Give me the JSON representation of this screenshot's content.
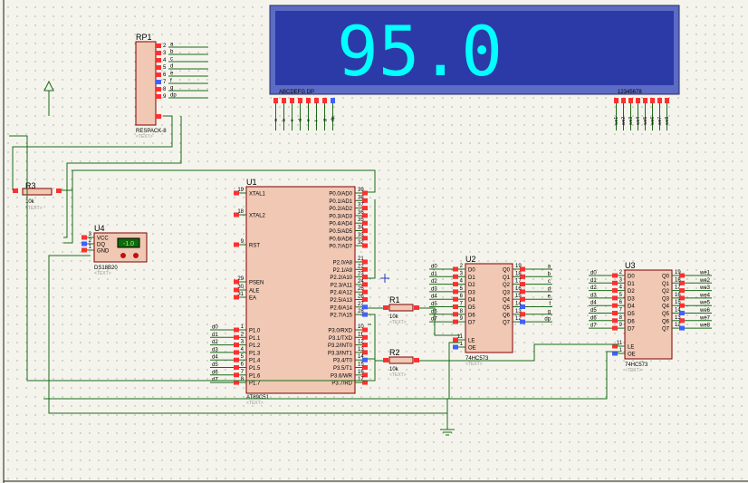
{
  "display": {
    "value": "95.0",
    "seg_label": "ABCDEFG  DP",
    "digit_label": "12345678"
  },
  "rp1": {
    "ref": "RP1",
    "part": "RESPACK-8",
    "text": "<TEXT>",
    "nets": [
      "a",
      "b",
      "c",
      "d",
      "e",
      "f",
      "g",
      "dp"
    ]
  },
  "r3": {
    "ref": "R3",
    "value": "10k",
    "text": "<TEXT>"
  },
  "r1": {
    "ref": "R1",
    "value": "10k",
    "text": "<TEXT>"
  },
  "r2": {
    "ref": "R2",
    "value": "10k",
    "text": "<TEXT>"
  },
  "u4": {
    "ref": "U4",
    "part": "DS18B20",
    "text": "<TEXT>",
    "reading": "-1.0",
    "pins": [
      "VCC",
      "DQ",
      "GND"
    ],
    "pin_nums": [
      "3",
      "2",
      "1"
    ]
  },
  "u1": {
    "ref": "U1",
    "part": "AT89C51",
    "text": "<TEXT>",
    "left_pins": [
      [
        "19",
        "XTAL1"
      ],
      [
        "18",
        "XTAL2"
      ],
      [
        "9",
        "RST"
      ],
      [
        "29",
        "PSEN"
      ],
      [
        "30",
        "ALE"
      ],
      [
        "31",
        "EA"
      ]
    ],
    "p1_pins": [
      [
        "1",
        "P1.0"
      ],
      [
        "2",
        "P1.1"
      ],
      [
        "3",
        "P1.2"
      ],
      [
        "4",
        "P1.3"
      ],
      [
        "5",
        "P1.4"
      ],
      [
        "6",
        "P1.5"
      ],
      [
        "7",
        "P1.6"
      ],
      [
        "8",
        "P1.7"
      ]
    ],
    "p1_nets": [
      "d0",
      "d1",
      "d2",
      "d3",
      "d4",
      "d5",
      "d6",
      "d7"
    ],
    "p0_pins": [
      [
        "39",
        "P0.0/AD0"
      ],
      [
        "38",
        "P0.1/AD1"
      ],
      [
        "37",
        "P0.2/AD2"
      ],
      [
        "36",
        "P0.3/AD3"
      ],
      [
        "35",
        "P0.4/AD4"
      ],
      [
        "34",
        "P0.5/AD5"
      ],
      [
        "33",
        "P0.6/AD6"
      ],
      [
        "32",
        "P0.7/AD7"
      ]
    ],
    "p2_pins": [
      [
        "21",
        "P2.0/A8"
      ],
      [
        "22",
        "P2.1/A9"
      ],
      [
        "23",
        "P2.2/A10"
      ],
      [
        "24",
        "P2.3/A11"
      ],
      [
        "25",
        "P2.4/A12"
      ],
      [
        "26",
        "P2.5/A13"
      ],
      [
        "27",
        "P2.6/A14"
      ],
      [
        "28",
        "P2.7/A15"
      ]
    ],
    "p3_pins": [
      [
        "10",
        "P3.0/RXD"
      ],
      [
        "11",
        "P3.1/TXD"
      ],
      [
        "12",
        "P3.2/INT0"
      ],
      [
        "13",
        "P3.3/INT1"
      ],
      [
        "14",
        "P3.4/T0"
      ],
      [
        "15",
        "P3.5/T1"
      ],
      [
        "16",
        "P3.6/WR"
      ],
      [
        "17",
        "P3.7/RD"
      ]
    ]
  },
  "u2": {
    "ref": "U2",
    "part": "74HC573",
    "text": "<TEXT>",
    "d_pins": [
      [
        "2",
        "D0"
      ],
      [
        "3",
        "D1"
      ],
      [
        "4",
        "D2"
      ],
      [
        "5",
        "D3"
      ],
      [
        "6",
        "D4"
      ],
      [
        "7",
        "D5"
      ],
      [
        "8",
        "D6"
      ],
      [
        "9",
        "D7"
      ]
    ],
    "q_pins": [
      [
        "19",
        "Q0"
      ],
      [
        "18",
        "Q1"
      ],
      [
        "17",
        "Q2"
      ],
      [
        "16",
        "Q3"
      ],
      [
        "15",
        "Q4"
      ],
      [
        "14",
        "Q5"
      ],
      [
        "13",
        "Q6"
      ],
      [
        "12",
        "Q7"
      ]
    ],
    "in_nets": [
      "d0",
      "d1",
      "d2",
      "d3",
      "d4",
      "d5",
      "d6",
      "d7"
    ],
    "out_nets": [
      "a",
      "b",
      "c",
      "d",
      "e",
      "f",
      "g",
      "dp"
    ],
    "ctl": [
      [
        "11",
        "LE"
      ],
      [
        "1",
        "OE"
      ]
    ]
  },
  "u3": {
    "ref": "U3",
    "part": "74HC573",
    "text": "<TEXT>",
    "d_pins": [
      [
        "2",
        "D0"
      ],
      [
        "3",
        "D1"
      ],
      [
        "4",
        "D2"
      ],
      [
        "5",
        "D3"
      ],
      [
        "6",
        "D4"
      ],
      [
        "7",
        "D5"
      ],
      [
        "8",
        "D6"
      ],
      [
        "9",
        "D7"
      ]
    ],
    "q_pins": [
      [
        "19",
        "Q0"
      ],
      [
        "18",
        "Q1"
      ],
      [
        "17",
        "Q2"
      ],
      [
        "16",
        "Q3"
      ],
      [
        "15",
        "Q4"
      ],
      [
        "14",
        "Q5"
      ],
      [
        "13",
        "Q6"
      ],
      [
        "12",
        "Q7"
      ]
    ],
    "in_nets": [
      "d0",
      "d1",
      "d2",
      "d3",
      "d4",
      "d5",
      "d6",
      "d7"
    ],
    "out_nets": [
      "we1",
      "we2",
      "we3",
      "we4",
      "we5",
      "we6",
      "we7",
      "we8"
    ],
    "ctl": [
      [
        "11",
        "LE"
      ],
      [
        "1",
        "OE"
      ]
    ]
  },
  "seg_nets": [
    "a",
    "b",
    "c",
    "d",
    "e",
    "f",
    "g",
    "dp"
  ],
  "digit_nets": [
    "we1",
    "we2",
    "we3",
    "we4",
    "we5",
    "we6",
    "we7",
    "we8"
  ],
  "colors": {
    "wire": "#1a6b1a",
    "body": "#f0c8b4",
    "outline": "#800000",
    "pin_red": "#ff3030",
    "pin_blue": "#4060ff",
    "display_bg": "#2c3aa8",
    "segment": "#00ffff"
  }
}
